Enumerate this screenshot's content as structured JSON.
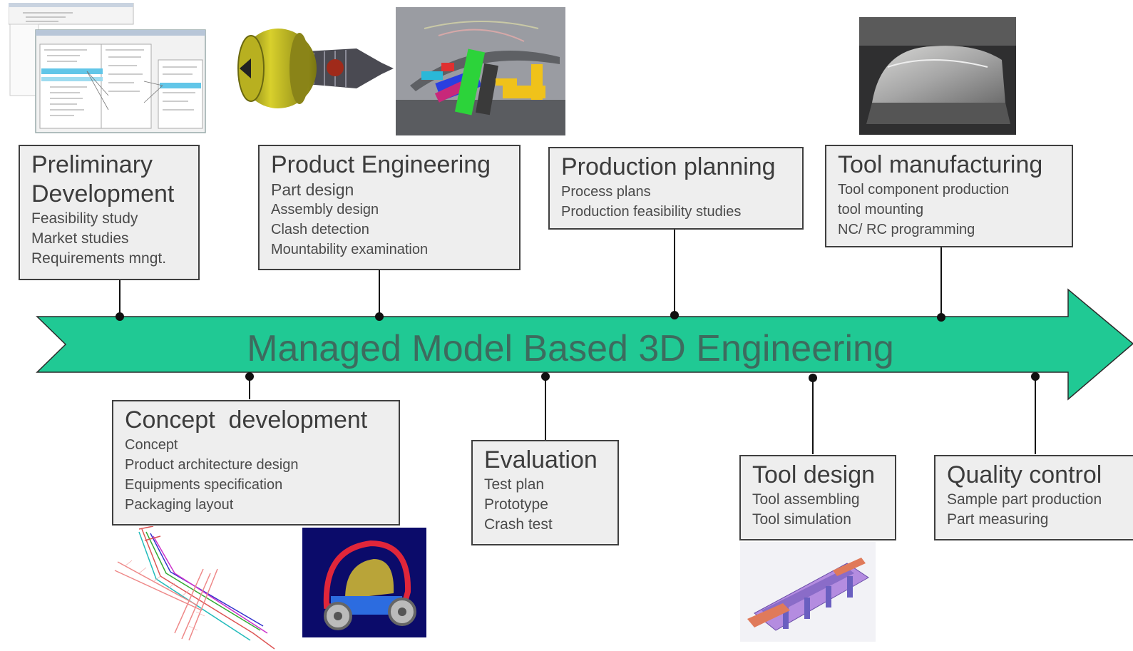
{
  "banner": {
    "text": "Managed Model Based 3D Engineering",
    "color": "#20c994"
  },
  "top_stages": [
    {
      "title_lines": [
        "Preliminary",
        "Development"
      ],
      "items": [
        "Feasibility study",
        "Market studies",
        "Requirements mngt."
      ]
    },
    {
      "title_lines": [
        "Product Engineering"
      ],
      "items": [
        "Part design",
        "Assembly design",
        "Clash detection",
        "Mountability examination"
      ]
    },
    {
      "title_lines": [
        "Production planning"
      ],
      "items": [
        "Process plans",
        "Production feasibility studies"
      ]
    },
    {
      "title_lines": [
        "Tool manufacturing"
      ],
      "items": [
        "Tool component production",
        "tool mounting",
        "NC/ RC programming"
      ]
    }
  ],
  "bottom_stages": [
    {
      "title_lines": [
        "Concept  development"
      ],
      "items": [
        "Concept",
        "Product architecture design",
        "Equipments specification",
        "Packaging layout"
      ]
    },
    {
      "title_lines": [
        "Evaluation"
      ],
      "items": [
        "Test plan",
        "Prototype",
        "Crash test"
      ]
    },
    {
      "title_lines": [
        "Tool design"
      ],
      "items": [
        "Tool assembling",
        "Tool simulation"
      ]
    },
    {
      "title_lines": [
        "Quality control"
      ],
      "items": [
        "Sample part production",
        "Part measuring"
      ]
    }
  ]
}
